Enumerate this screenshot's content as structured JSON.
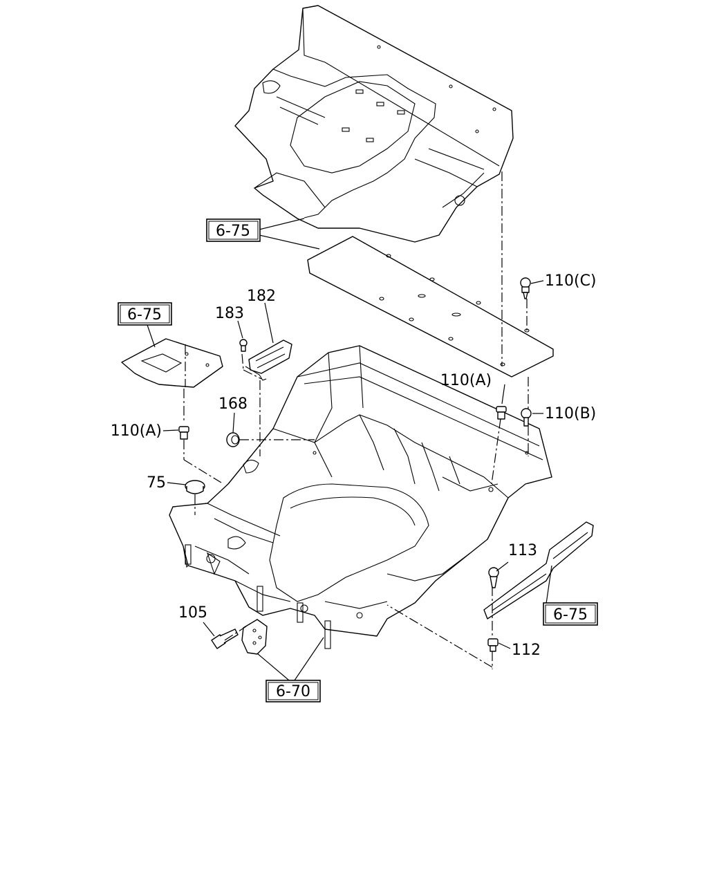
{
  "labels": {
    "ref_6_75": "6-75",
    "ref_6_70": "6-70",
    "p182": "182",
    "p183": "183",
    "p168": "168",
    "p110a_left": "110(A)",
    "p110a_right": "110(A)",
    "p110b": "110(B)",
    "p110c": "110(C)",
    "p75": "75",
    "p105": "105",
    "p113": "113",
    "p112": "112"
  }
}
